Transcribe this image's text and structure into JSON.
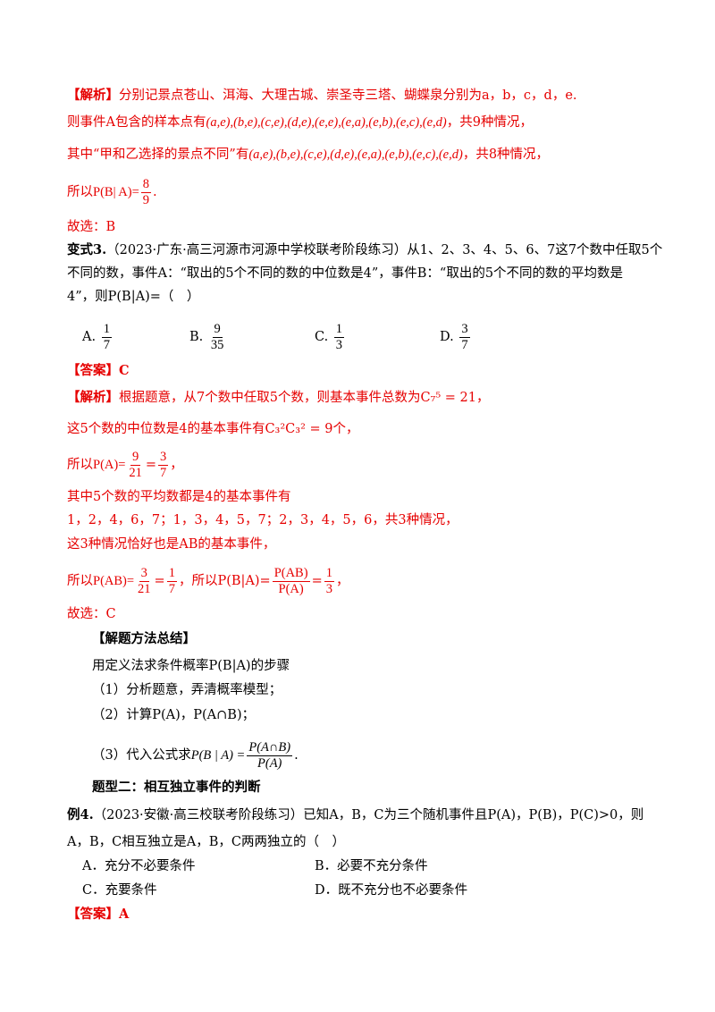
{
  "analysis1": {
    "tag": "【解析】",
    "line1": "分别记景点苍山、洱海、大理古城、崇圣寺三塔、蝴蝶泉分别为a，b，c，d，e.",
    "line2_pre": "则事件A包含的样本点有",
    "line2_math": "(a,e),(b,e),(c,e),(d,e),(e,e),(e,a),(e,b),(e,c),(e,d)",
    "line2_post": "，共9种情况，",
    "line3_pre": "其中“甲和乙选择的景点不同”有",
    "line3_math": "(a,e),(b,e),(c,e),(d,e),(e,a),(e,b),(e,c),(e,d)",
    "line3_post": "，共8种情况，",
    "line4_pre": "所以P(B| A)=",
    "line4_num": "8",
    "line4_den": "9",
    "line4_post": ".",
    "choice": "故选：B"
  },
  "variant3": {
    "label": "变式3.",
    "line1": "（2023·广东·高三河源市河源中学校联考阶段练习）从1、2、3、4、5、6、7这7个数中任取5个",
    "line2": "不同的数，事件A：“取出的5个不同的数的中位数是4”，事件B：“取出的5个不同的数的平均数是",
    "line3": "4”，则P(B|A)=（　）",
    "options": [
      {
        "letter": "A.",
        "num": "1",
        "den": "7"
      },
      {
        "letter": "B.",
        "num": "9",
        "den": "35"
      },
      {
        "letter": "C.",
        "num": "1",
        "den": "3"
      },
      {
        "letter": "D.",
        "num": "3",
        "den": "7"
      }
    ],
    "answer": "【答案】C"
  },
  "analysis2": {
    "tag": "【解析】",
    "line1": "根据题意，从7个数中任取5个数，则基本事件总数为C₇⁵ = 21，",
    "line2": "这5个数的中位数是4的基本事件有C₃²C₃² = 9个，",
    "line3_pre": "所以P(A)=",
    "line3_num1": "9",
    "line3_den1": "21",
    "line3_num2": "3",
    "line3_den2": "7",
    "line3_post": "，",
    "line4": "其中5个数的平均数都是4的基本事件有",
    "line5": "1，2，4，6，7；1，3，4，5，7；2，3，4，5，6，共3种情况，",
    "line6": "这3种情况恰好也是AB的基本事件，",
    "line7_pre": "所以P(AB)=",
    "line7_num1": "3",
    "line7_den1": "21",
    "line7_num2": "1",
    "line7_den2": "7",
    "line7_mid": "，所以P(B|A)=",
    "line7_num3": "P(AB)",
    "line7_den3": "P(A)",
    "line7_num4": "1",
    "line7_den4": "3",
    "line7_post": "，",
    "choice": "故选：C"
  },
  "summary": {
    "title": "【解题方法总结】",
    "intro": "用定义法求条件概率P(B|A)的步骤",
    "step1": "（1）分析题意，弄清概率模型；",
    "step2": "（2）计算P(A)，P(A∩B)；",
    "step3_pre": "（3）代入公式求",
    "step3_formula_left": "P(B | A) =",
    "step3_num": "P(A∩B)",
    "step3_den": "P(A)",
    "step3_post": "."
  },
  "type2": {
    "title": "题型二：相互独立事件的判断"
  },
  "example4": {
    "label": "例4.",
    "line1": "（2023·安徽·高三校联考阶段练习）已知A，B，C为三个随机事件且P(A)，P(B)，P(C)>0，则",
    "line2": "A，B，C相互独立是A，B，C两两独立的（　）",
    "options": [
      "A．充分不必要条件",
      "B．必要不充分条件",
      "C．充要条件",
      "D．既不充分也不必要条件"
    ],
    "answer": "【答案】A"
  }
}
